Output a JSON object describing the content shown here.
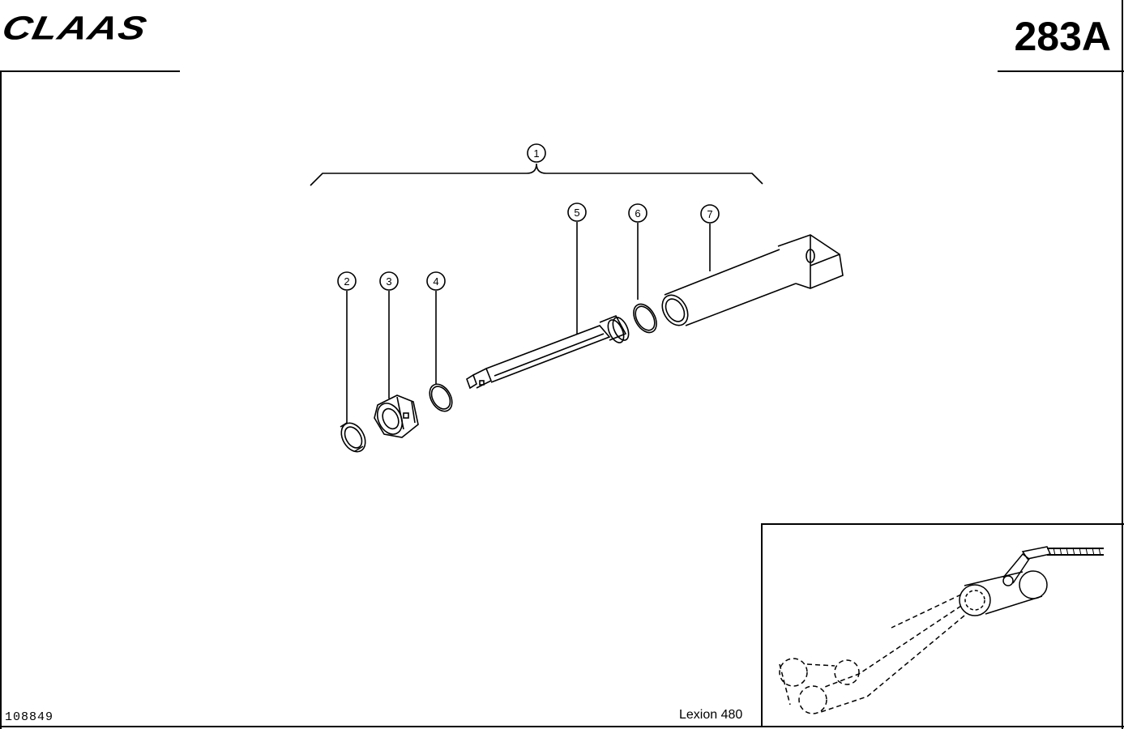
{
  "header": {
    "brand": "CLAAS",
    "page_code": "283A"
  },
  "footer": {
    "drawing_number": "108849",
    "model": "Lexion 480"
  },
  "callouts": [
    {
      "id": "callout-1",
      "label": "1"
    },
    {
      "id": "callout-2",
      "label": "2"
    },
    {
      "id": "callout-3",
      "label": "3"
    },
    {
      "id": "callout-4",
      "label": "4"
    },
    {
      "id": "callout-5",
      "label": "5"
    },
    {
      "id": "callout-6",
      "label": "6"
    },
    {
      "id": "callout-7",
      "label": "7"
    }
  ]
}
